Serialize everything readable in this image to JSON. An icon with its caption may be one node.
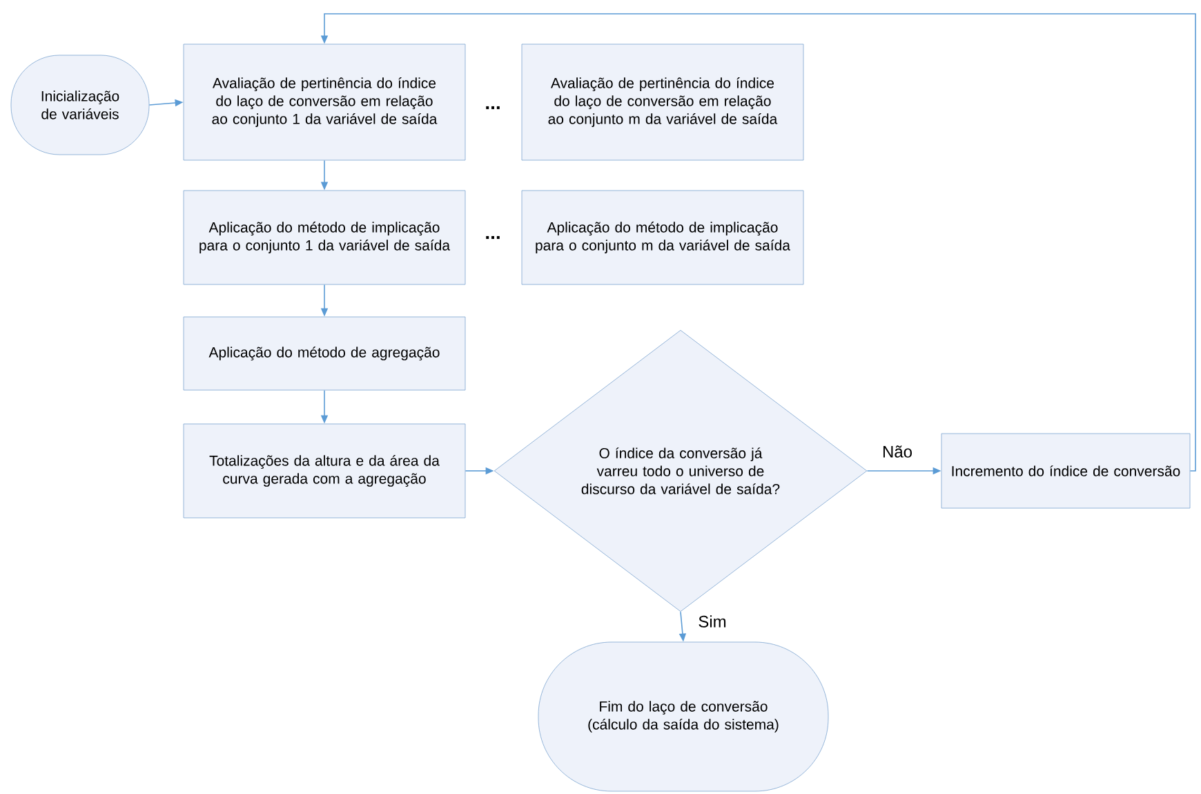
{
  "diagram": {
    "nodes": [
      {
        "text": [
          "Inicialização de variáveis"
        ]
      },
      {
        "text": [
          "Avaliação de pertinência do índice do laço de conversão em relação ao conjunto 1 da variável de saída"
        ]
      },
      {
        "text": [
          "Avaliação de pertinência do índice do laço de conversão em relação ao conjunto m da variável de saída"
        ]
      },
      {
        "text": [
          "Aplicação do método de implicação para o conjunto 1 da variável de saída"
        ]
      },
      {
        "text": [
          "Aplicação do método de implicação para o conjunto m da variável de saída"
        ]
      },
      {
        "text": [
          "Aplicação do método de agregação"
        ]
      },
      {
        "text": [
          "Totalizações da altura e da área da curva gerada com a agregação"
        ]
      },
      {
        "text": [
          "O índice da conversão  já varreu todo o universo de discurso da variável de saída?"
        ]
      },
      {
        "text": [
          "Incremento do índice de conversão"
        ]
      },
      {
        "text": [
          "Fim do laço de conversão (cálculo da saída do sistema)"
        ]
      }
    ],
    "edges": [
      {
        "from": 0,
        "to": 1,
        "arrow": "to"
      },
      {
        "from": 1,
        "to": 3,
        "arrow": "to"
      },
      {
        "from": 3,
        "to": 5,
        "arrow": "to"
      },
      {
        "from": 5,
        "to": 6,
        "arrow": "to"
      },
      {
        "from": 6,
        "to": 7,
        "arrow": "to"
      },
      {
        "from": 7,
        "to": 8,
        "arrow": "to",
        "label": "Não"
      },
      {
        "from": 7,
        "to": 9,
        "arrow": "to",
        "label": "Sim"
      },
      {
        "from": 8,
        "to": 1,
        "arrow": "to"
      }
    ],
    "labels": [
      "...",
      "..."
    ]
  }
}
